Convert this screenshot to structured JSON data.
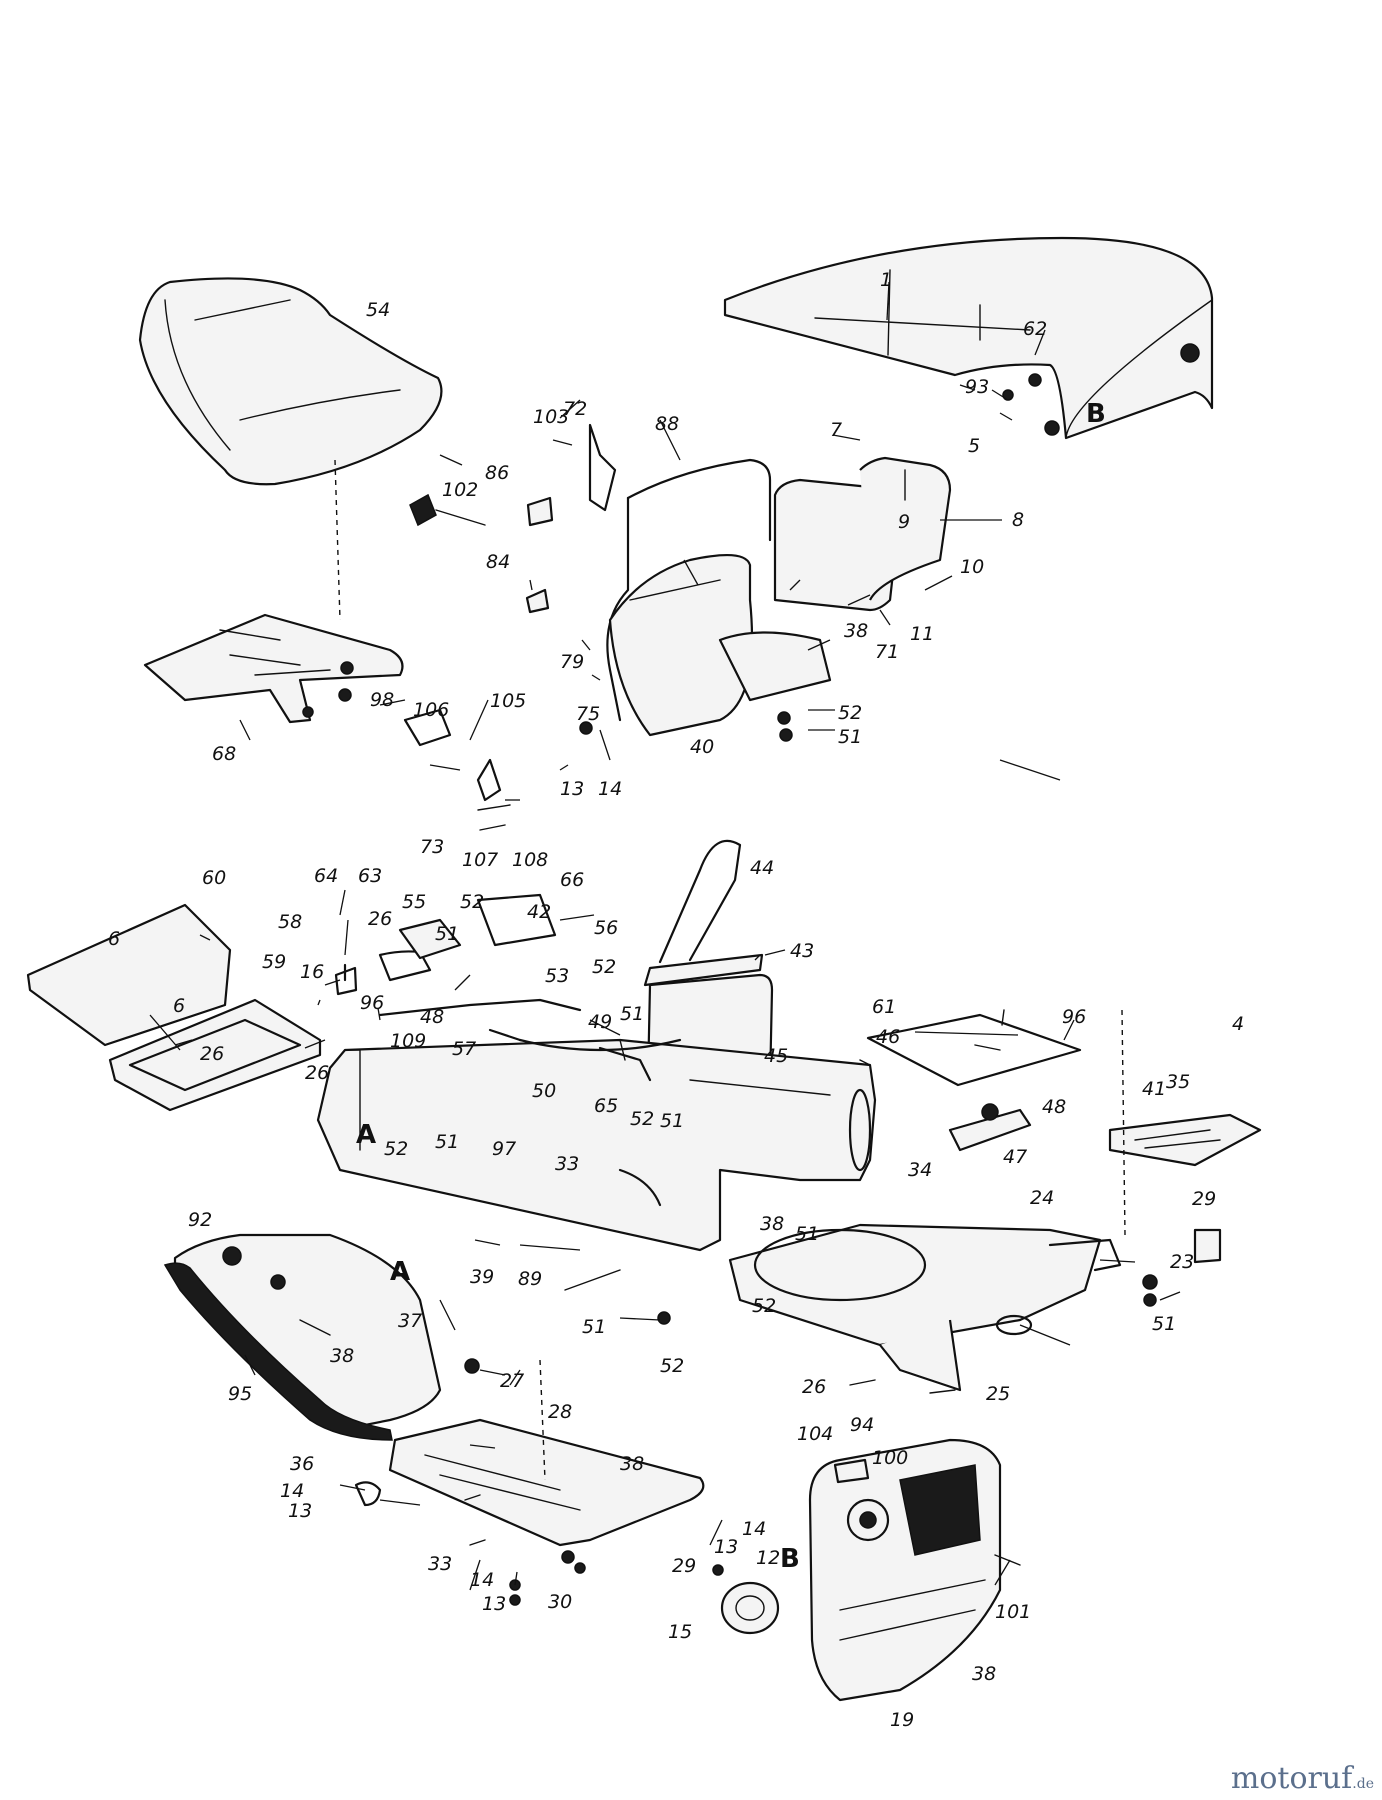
{
  "callouts": {
    "c1": "1",
    "c4": "4",
    "c5": "5",
    "c6a": "6",
    "c6b": "6",
    "c7": "7",
    "c8": "8",
    "c9": "9",
    "c10": "10",
    "c11": "11",
    "c12": "12",
    "c13a": "13",
    "c13b": "13",
    "c13c": "13",
    "c13d": "13",
    "c14a": "14",
    "c14b": "14",
    "c14c": "14",
    "c14d": "14",
    "c15": "15",
    "c16": "16",
    "c19": "19",
    "c23": "23",
    "c24": "24",
    "c25": "25",
    "c26a": "26",
    "c26b": "26",
    "c26c": "26",
    "c26d": "26",
    "c27": "27",
    "c28": "28",
    "c29a": "29",
    "c29b": "29",
    "c30": "30",
    "c33a": "33",
    "c33b": "33",
    "c34": "34",
    "c35": "35",
    "c36": "36",
    "c37": "37",
    "c38a": "38",
    "c38b": "38",
    "c38c": "38",
    "c38d": "38",
    "c38e": "38",
    "c39": "39",
    "c40": "40",
    "c41": "41",
    "c42": "42",
    "c43": "43",
    "c44": "44",
    "c45": "45",
    "c46": "46",
    "c47": "47",
    "c48a": "48",
    "c48b": "48",
    "c49": "49",
    "c50": "50",
    "c51a": "51",
    "c51b": "51",
    "c51c": "51",
    "c51d": "51",
    "c51e": "51",
    "c51f": "51",
    "c51g": "51",
    "c51h": "51",
    "c52a": "52",
    "c52b": "52",
    "c52c": "52",
    "c52d": "52",
    "c52e": "52",
    "c52f": "52",
    "c52g": "52",
    "c53": "53",
    "c54": "54",
    "c55": "55",
    "c56": "56",
    "c57": "57",
    "c58": "58",
    "c59": "59",
    "c60": "60",
    "c61": "61",
    "c62": "62",
    "c63": "63",
    "c64": "64",
    "c65": "65",
    "c66": "66",
    "c68": "68",
    "c71": "71",
    "c72": "72",
    "c73": "73",
    "c75": "75",
    "c79": "79",
    "c84": "84",
    "c86": "86",
    "c88": "88",
    "c89": "89",
    "c92": "92",
    "c93": "93",
    "c94": "94",
    "c95": "95",
    "c96a": "96",
    "c96b": "96",
    "c97": "97",
    "c98": "98",
    "c100": "100",
    "c101": "101",
    "c102": "102",
    "c103": "103",
    "c104": "104",
    "c105": "105",
    "c106": "106",
    "c107": "107",
    "c108": "108",
    "c109": "109"
  },
  "reference_marks": {
    "ref_a1": "A",
    "ref_a2": "A",
    "ref_b1": "B",
    "ref_b2": "B"
  },
  "watermark": {
    "name": "motoruf",
    "tld": ".de",
    "color": "#5b6f8c"
  }
}
